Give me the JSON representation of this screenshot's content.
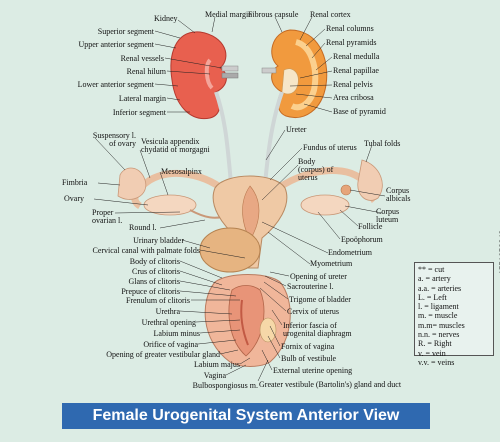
{
  "title": "Female Urogenital System Anterior View",
  "side_code": "1551653348",
  "colors": {
    "background": "#dcece4",
    "banner": "#2f69b0",
    "kidney": "#e8604f",
    "uterus": "#efc9a5"
  },
  "labels": {
    "kidney": "Kidney",
    "medial_margin": "Medial margin",
    "superior_segment": "Superior segment",
    "upper_anterior_segment": "Upper anterior segment",
    "renal_vessels": "Renal vessels",
    "renal_hilum": "Renal hilum",
    "lower_anterior_segment": "Lower anterior segment",
    "lateral_margin": "Lateral margin",
    "inferior_segment": "Inferior segment",
    "fibrous_capsule": "Fibrous capsule",
    "renal_cortex": "Renal cortex",
    "renal_columns": "Renal columns",
    "renal_pyramids": "Renal pyramids",
    "renal_medulla": "Renal medulla",
    "renal_papillae": "Renal papillae",
    "renal_pelvis": "Renal pelvis",
    "area_cribosa": "Area cribosa",
    "base_of_pyramid": "Base of pyramid",
    "ureter": "Ureter",
    "fundus_of_uterus": "Fundus of uterus",
    "body_of_uterus_1": "Body",
    "body_of_uterus_2": "(corpus) of",
    "body_of_uterus_3": "uterus",
    "tubal_folds": "Tubal folds",
    "suspensory_1": "Suspensory l.",
    "suspensory_2": "of ovary",
    "vesicula_1": "Vesicula appendix",
    "vesicula_2": "chydatid of morgagni",
    "mesosalpinx": "Mesosalpinx",
    "fimbria": "Fimbria",
    "ovary": "Ovary",
    "proper_ovarian_1": "Proper",
    "proper_ovarian_2": "ovarian l.",
    "round_l": "Round l.",
    "corpus_albicals_1": "Corpus",
    "corpus_albicals_2": "albicals",
    "corpus_luteum_1": "Corpus",
    "corpus_luteum_2": "luteum",
    "follicle": "Follicle",
    "epoophoron": "Epoöphorum",
    "endometrium": "Endometrium",
    "myometrium": "Myometrium",
    "urinary_bladder": "Urinary bladder",
    "cervical_canal": "Cervical canal with palmate folds",
    "body_of_clitoris": "Body of clitoris",
    "crus_of_clitoris": "Crus of clitoris",
    "glans_of_clitoris": "Glans of clitoris",
    "prepuce_of_clitoris": "Prepuce of clitoris",
    "frenulum_of_clitoris": "Frenulum of clitoris",
    "urethra": "Urethra",
    "urethral_opening": "Urethral opening",
    "labium_minus": "Labium minus",
    "orifice_of_vagina": "Orifice of vagina",
    "opening_greater_vestibular": "Opening of greater vestibular gland",
    "labium_majus": "Labium majus",
    "vagina": "Vagina",
    "bulbospongiosus": "Bulbospongiosus m.",
    "opening_of_ureter": "Opening of ureter",
    "sacrouterine": "Sacrouterine l.",
    "trigome_of_bladder": "Trigome of bladder",
    "cervix_of_uterus": "Cervix of uterus",
    "inferior_fascia_1": "Inferior fascia of",
    "inferior_fascia_2": "urogenital diaphragm",
    "fornix_of_vagina": "Fornix of vagina",
    "bulb_of_vestibule": "Bulb of vestibule",
    "external_uterine_opening": "External uterine opening",
    "greater_vestibule": "Greater vestibule (Bartolin's) gland and duct"
  },
  "legend": [
    "** = cut",
    "a. = artery",
    "a.a. = arteries",
    "L. = Left",
    "l. = ligament",
    "m. = muscle",
    "m.m= muscles",
    "n.n. = nerves",
    "R. = Right",
    "v. = vein",
    "v.v. = veins"
  ]
}
